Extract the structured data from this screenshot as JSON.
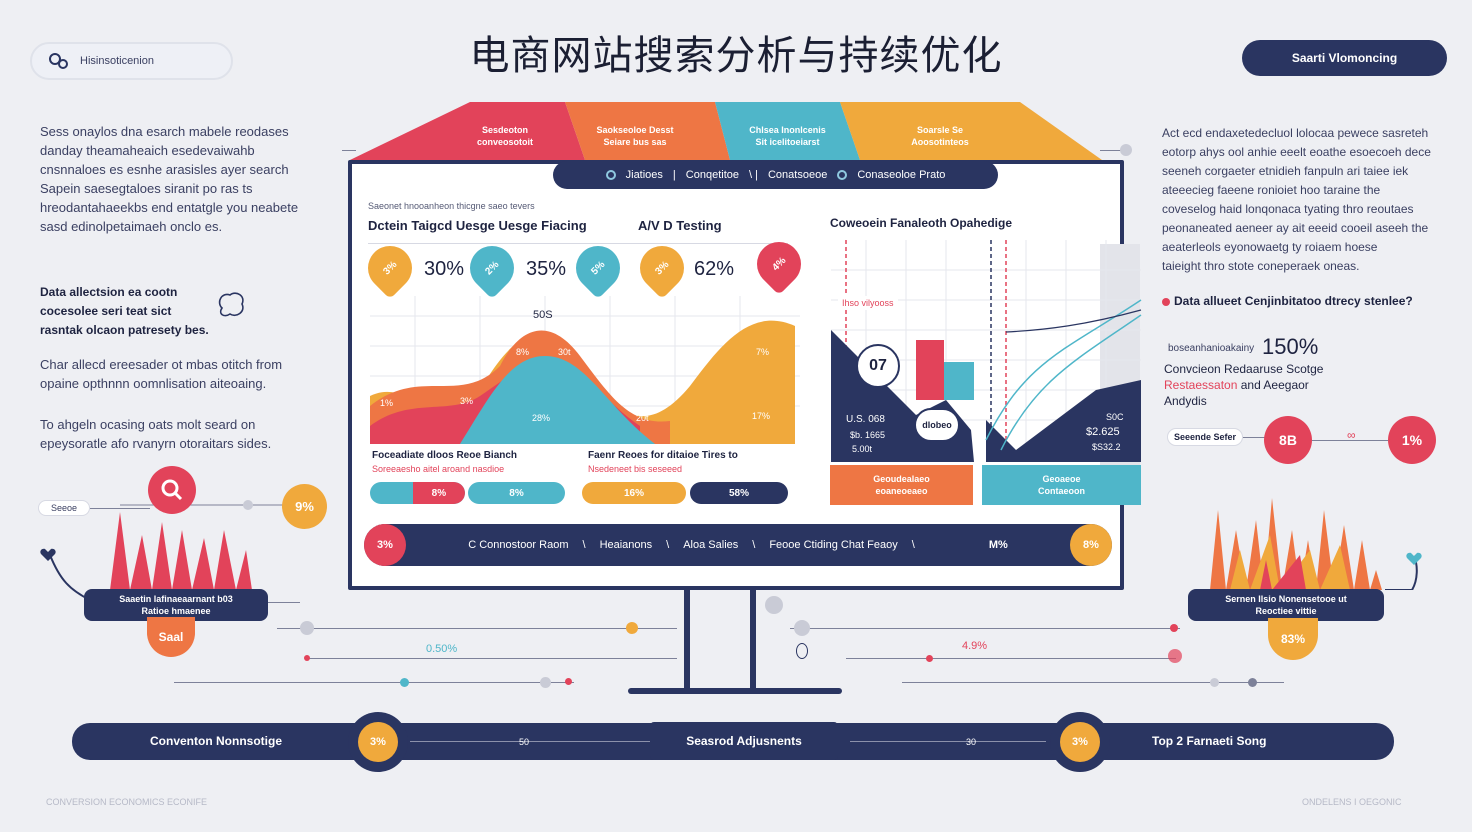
{
  "page": {
    "title": "电商网站搜索分析与持续优化",
    "top_left_pill": "Hisinsoticenion",
    "top_right_pill": "Saarti Vlomoncing"
  },
  "left": {
    "intro": [
      "Sess onaylos dna esarch mabele reodases",
      "danday theamaheaich esedevaiwahb",
      "cnsnnaloes es esnhe arasisles ayer search",
      "Sapein saesegtaloes siranit po ras ts",
      "hreodantahaeekbs end entatgle you neabete",
      "sasd edinolpetaimaeh onclo es."
    ],
    "note_bold": [
      "Data allectsion ea cootn",
      "cocesolee seri teat sict",
      "rasntak olcaon patresety bes."
    ],
    "para2": [
      "Char allecd ereesader ot mbas otitch from",
      "opaine opthnnn oomnlisation aiteoaing."
    ],
    "para3": [
      "To ahgeln ocasing oats molt seard on",
      "epeysoratle afo rvanyrn otoraitars sides."
    ],
    "small_tag": "Seeoe",
    "stat": "9%",
    "banner": [
      "Saaetin lafinaeaarnant b03",
      "Ratioe hmaenee"
    ],
    "orange_badge": "Saal"
  },
  "monitor": {
    "tabs": [
      {
        "label": [
          "Sesdeoton",
          "conveosotoit"
        ],
        "color": "#e2435a"
      },
      {
        "label": [
          "Saokseoloe Desst",
          "Seiare bus sas"
        ],
        "color": "#ee7644"
      },
      {
        "label": [
          "Chlsea Inonlcenis",
          "Sit icelitoeiarst"
        ],
        "color": "#4fb6c9"
      },
      {
        "label": [
          "Soarsle Se",
          "Aoosotinteos"
        ],
        "color": "#f0a93c"
      }
    ],
    "nav": [
      "Jiatioes",
      "Conqetitoe",
      "Conatsoeoe",
      "Conaseoloe Prato"
    ],
    "small_caption": "Saeonet hnooanheon thicgne saeo tevers",
    "section1_title": "Dctein Taigcd Uesge Uesge Fiacing",
    "section2_title": "A/V D Testing",
    "section3_title": "Coweoein Fanaleoth Opahedige",
    "pins": [
      {
        "icon": "3%",
        "value": "30%",
        "color": "#f0a93c"
      },
      {
        "icon": "2%",
        "value": "35%",
        "color": "#4fb6c9"
      },
      {
        "icon": "5%",
        "value": "",
        "color": "#4fb6c9"
      },
      {
        "icon": "3%",
        "value": "62%",
        "color": "#f0a93c"
      },
      {
        "icon": "4%",
        "value": "",
        "color": "#e2435a"
      }
    ],
    "area_labels": {
      "peak": "50S",
      "a": "8%",
      "b": "30t",
      "c": "28%",
      "d": "3%",
      "e": "1%",
      "f": "20t",
      "g": "17%",
      "h": "7%"
    },
    "bottom_left_title": "Foceadiate dloos Reoe Bianch",
    "bottom_left_sub": "Soreeaesho aitel aroand nasdioe",
    "bottom_mid_title": "Faenr Reoes for ditaioe Tires to",
    "bottom_mid_sub": "Nsedeneet bis seseeed",
    "bars": [
      {
        "label": "8%",
        "color": "#4fb6c9",
        "fill": "#e2435a"
      },
      {
        "label": "8%",
        "color": "#4fb6c9",
        "fill": "#4fb6c9"
      },
      {
        "label": "16%",
        "color": "#f0a93c",
        "fill": "#f0a93c"
      },
      {
        "label": "58%",
        "color": "#2a3561",
        "fill": "#2a3561"
      }
    ],
    "funnel": {
      "callout": "Ihso vilyooss",
      "badge": "07",
      "val1": "U.S. 068",
      "val2": "$b. 1665",
      "val3": "5.00t",
      "chip": "dlobeo",
      "right_vals": [
        "S0C",
        "$2.625",
        "$S32.2"
      ],
      "card_left": [
        "Geoudealaeo",
        "eoaneoeaeo"
      ],
      "card_right": [
        "Geoaeoe",
        "Contaeoon"
      ]
    },
    "footer": {
      "left_badge": "3%",
      "items": [
        "C Connostoor Raom",
        "Heaianons",
        "Aloa Salies",
        "Feooe Ctiding Chat Feaoy"
      ],
      "right_text": "M%",
      "right_badge": "8%"
    }
  },
  "right": {
    "para": [
      "Act ecd endaxetedecluol lolocaa pewece sasreteh",
      "eotorp ahys ool anhie eeelt eoathe esoecoeh dece",
      "seeneh corgaeter etnidieh fanpuln ari taiee iek",
      "ateeecieg faeene ronioiet hoo taraine the",
      "coveselog haid lonqonaca tyating thro reoutaes",
      "peonaneated aeneer ay ait eeeid cooeil aseeh the",
      "aeaterleols eyonowaetg ty roiaem hoese",
      "taieight thro stote coneperaek oneas."
    ],
    "question": "Data allueet Cenjinbitatoo dtrecy stenlee?",
    "stat_small": "boseanhanioakainy",
    "stat_big": "150%",
    "sub1": "Convcieon Redaaruse Scotge",
    "sub2_red": "Restaessaton",
    "sub2_rest": " and Aeegaor",
    "sub3": "Andydis",
    "chip": "Seeende Sefer",
    "circle1": "8B",
    "mid_mark": "∞",
    "circle2": "1%",
    "banner": [
      "Sernen Ilsio Nonensetooe ut",
      "Reoctiee vittie"
    ],
    "orange_badge": "83%"
  },
  "bottom": {
    "left_bar": "Conventon Nonnsotige",
    "left_circle": "3%",
    "mid_left_small": "50",
    "center": "Seasrod Adjusnents",
    "mid_right_small": "30",
    "right_circle": "3%",
    "right_bar": "Top 2 Farnaeti Song",
    "pct_left": "0.50%",
    "pct_right": "4.9%",
    "footer_left": "CONVERSION ECONOMICS ECONIFE",
    "footer_right": "ONDELENS  I  OEGONIC"
  }
}
